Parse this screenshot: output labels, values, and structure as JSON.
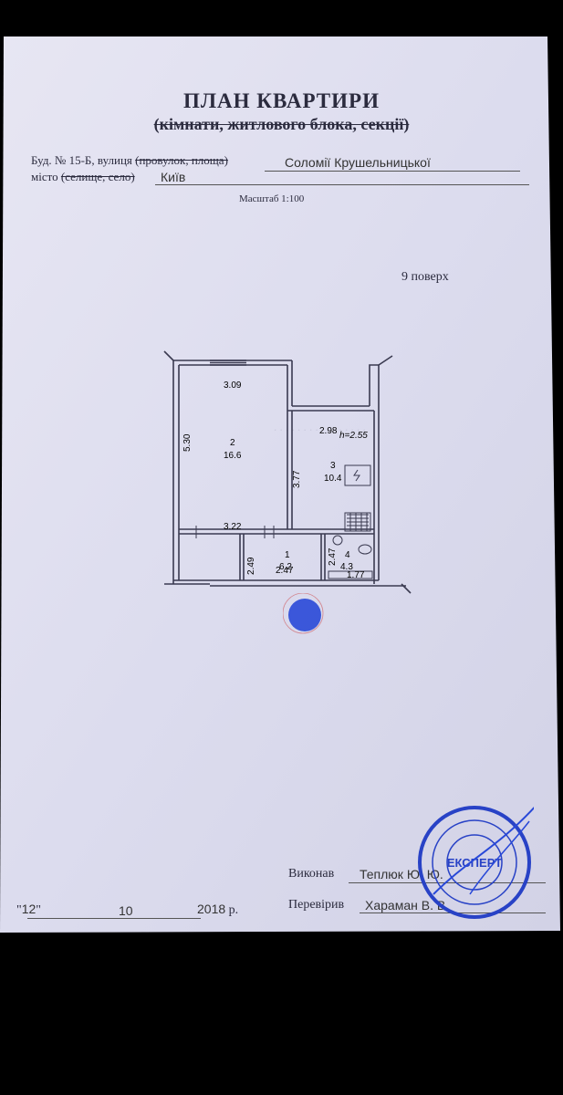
{
  "document": {
    "title": "ПЛАН КВАРТИРИ",
    "subtitle": "(кімнати, житлового блока, секції)",
    "address": {
      "building_label": "Буд. № 15-Б, вулиця",
      "street_struck": "(провулок, площа)",
      "street_value": "Соломії Крушельницької",
      "city_label": "місто",
      "city_struck": "(селище, село)",
      "city_value": "Київ"
    },
    "scale": "Масштаб 1:100",
    "floor": "9 поверх"
  },
  "plan": {
    "rooms": [
      {
        "number": "2",
        "area": "16.6"
      },
      {
        "number": "3",
        "area": "10.4"
      },
      {
        "number": "1",
        "area": "6.2"
      },
      {
        "number": "4",
        "area": "4.3"
      }
    ],
    "dimensions": {
      "room2_top": "3.09",
      "room2_side": "5.30",
      "room2_bottom": "3.22",
      "room3_top": "2.98",
      "room3_height": "h=2.55",
      "room3_side": "3.77",
      "room1_side": "2.49",
      "room1_bottom": "2.47",
      "room4_side": "2.47",
      "room4_bath": "1.77"
    }
  },
  "signatures": {
    "executed_label": "Виконав",
    "executed_name": "Теплюк Ю. Ю.",
    "checked_label": "Перевірив",
    "checked_name": "Хараман В. В.",
    "stamp_text": "ЕКСПЕРТ"
  },
  "date": {
    "day": "12",
    "month": "10",
    "year": "2018",
    "suffix": "р."
  }
}
